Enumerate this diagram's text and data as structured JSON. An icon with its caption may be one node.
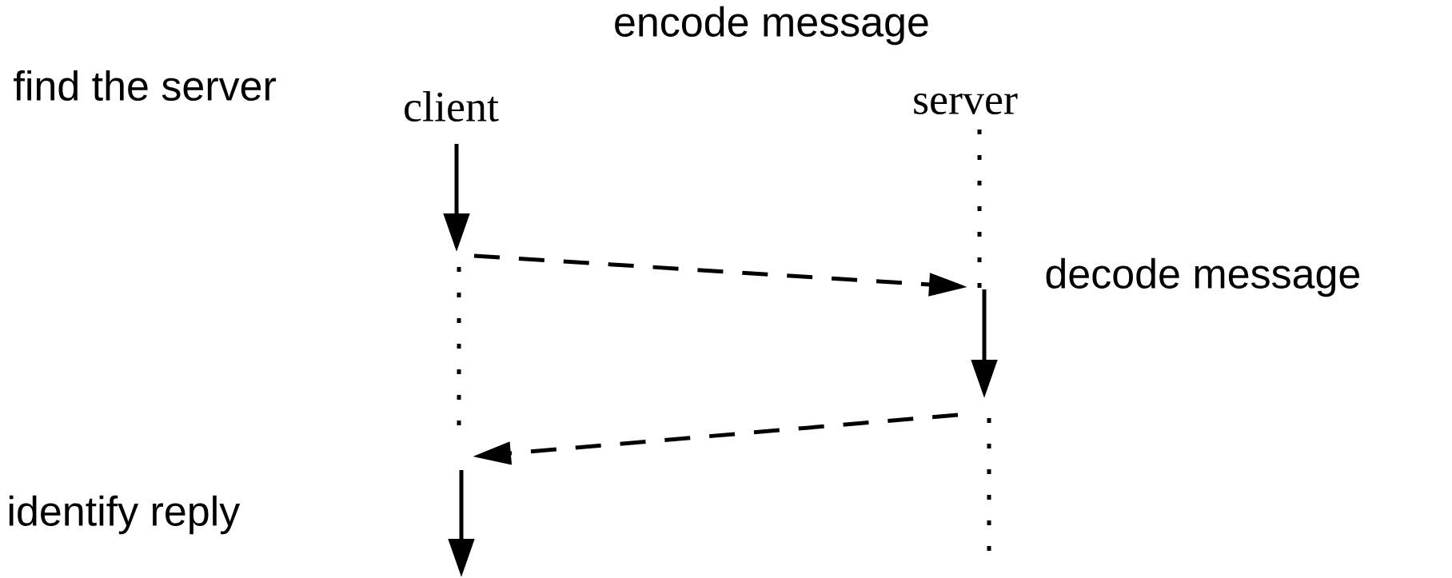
{
  "diagram": {
    "nodes": [
      {
        "text": [
          "client"
        ]
      },
      {
        "text": [
          "server"
        ]
      }
    ],
    "edges": [
      {
        "from": 0,
        "to": 1,
        "arrow": "to",
        "style": "dashed"
      },
      {
        "from": 1,
        "to": 0,
        "arrow": "to",
        "style": "dashed"
      }
    ],
    "labels": [
      "encode message",
      "find the server",
      "decode message",
      "identify reply"
    ]
  }
}
